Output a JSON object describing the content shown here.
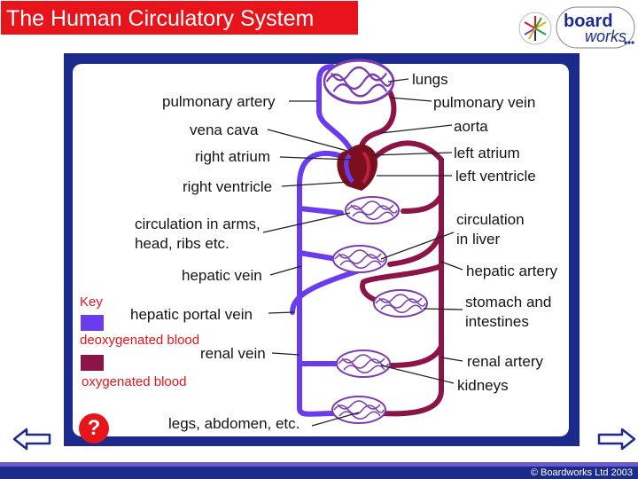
{
  "slide": {
    "title": "The Human Circulatory System",
    "brand": {
      "word1": "board",
      "word2": "works"
    },
    "copyright": "© Boardworks Ltd 2003",
    "help_symbol": "?"
  },
  "colors": {
    "deoxygenated": "#6a3cf0",
    "oxygenated": "#8c1446",
    "heart": "#7a0f1e",
    "panel": "#1c2a8c",
    "title_bg": "#e8141b"
  },
  "labels": {
    "lungs": "lungs",
    "pulmonary_artery": "pulmonary artery",
    "pulmonary_vein": "pulmonary vein",
    "vena_cava": "vena cava",
    "aorta": "aorta",
    "right_atrium": "right atrium",
    "left_atrium": "left atrium",
    "right_ventricle": "right ventricle",
    "left_ventricle": "left ventricle",
    "arms_line1": "circulation in arms,",
    "arms_line2": "head, ribs etc.",
    "liver_line1": "circulation",
    "liver_line2": "in liver",
    "hepatic_vein": "hepatic vein",
    "hepatic_artery": "hepatic artery",
    "hepatic_portal_vein": "hepatic portal vein",
    "stomach_line1": "stomach and",
    "stomach_line2": "intestines",
    "renal_vein": "renal vein",
    "renal_artery": "renal artery",
    "kidneys": "kidneys",
    "legs": "legs, abdomen, etc."
  },
  "key": {
    "title": "Key",
    "deoxygenated": "deoxygenated blood",
    "oxygenated": "oxygenated blood"
  },
  "icons": {
    "help": "question-icon",
    "back": "arrow-left-icon",
    "forward": "arrow-right-icon",
    "logo": "boardworks-logo-icon"
  }
}
